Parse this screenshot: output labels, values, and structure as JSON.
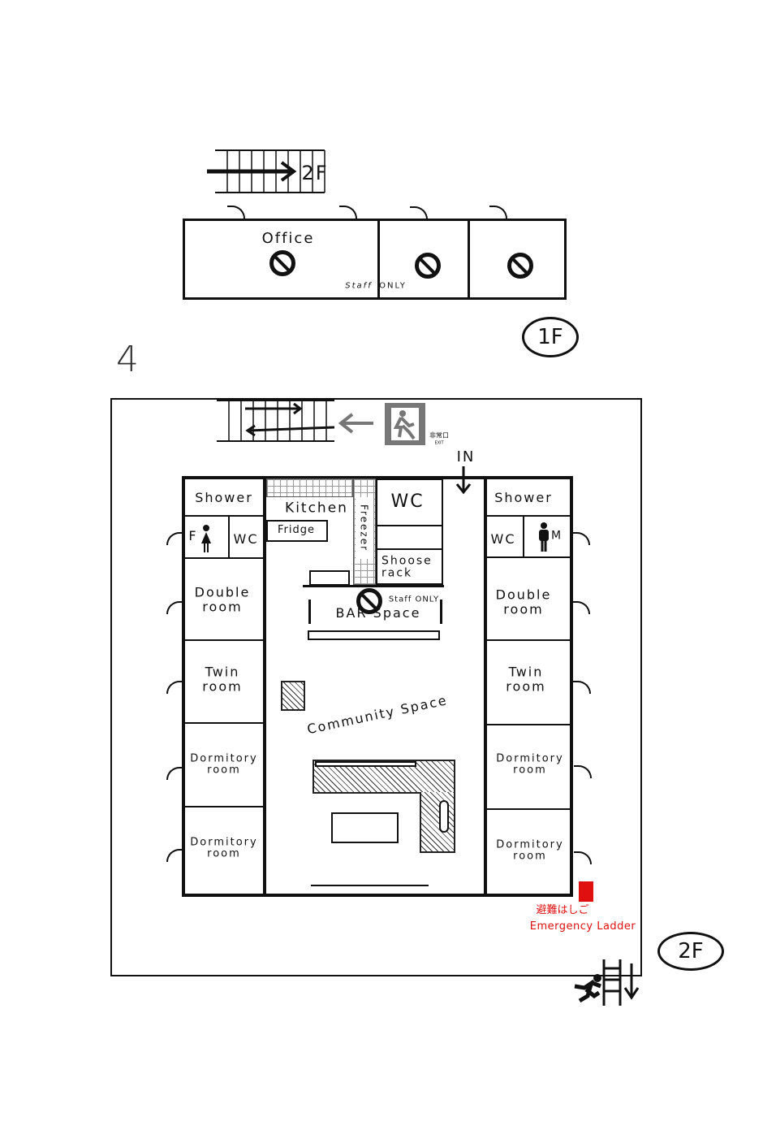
{
  "floor1": {
    "badge": "1F",
    "stairs_label": "2F",
    "office": "Office",
    "staff_only_left": "Staff",
    "staff_only_right": "ONLY"
  },
  "north_symbol": "4",
  "floor2": {
    "badge": "2F",
    "entrance": "IN",
    "exit_sign": {
      "jp": "非常口",
      "en": "EXIT"
    },
    "left_rooms": [
      "Shower",
      "WC",
      "Double room",
      "Twin room",
      "Dormitory room",
      "Dormitory room"
    ],
    "female_label": "F",
    "male_label": "M",
    "right_rooms": [
      "Shower",
      "WC",
      "Double room",
      "Twin room",
      "Dormitory room",
      "Dormitory room"
    ],
    "kitchen": "Kitchen",
    "fridge": "Fridge",
    "freezer": "Freezer",
    "wc_center": "WC",
    "shoe_rack": "Shoose rack",
    "bar_staff_only": "Staff  ONLY",
    "bar_space": "BAR  Space",
    "community_space": "Community Space",
    "emergency_ladder_jp": "避難はしご",
    "emergency_ladder_en": "Emergency Ladder"
  },
  "colors": {
    "line": "#111111",
    "emergency": "#e01010"
  }
}
